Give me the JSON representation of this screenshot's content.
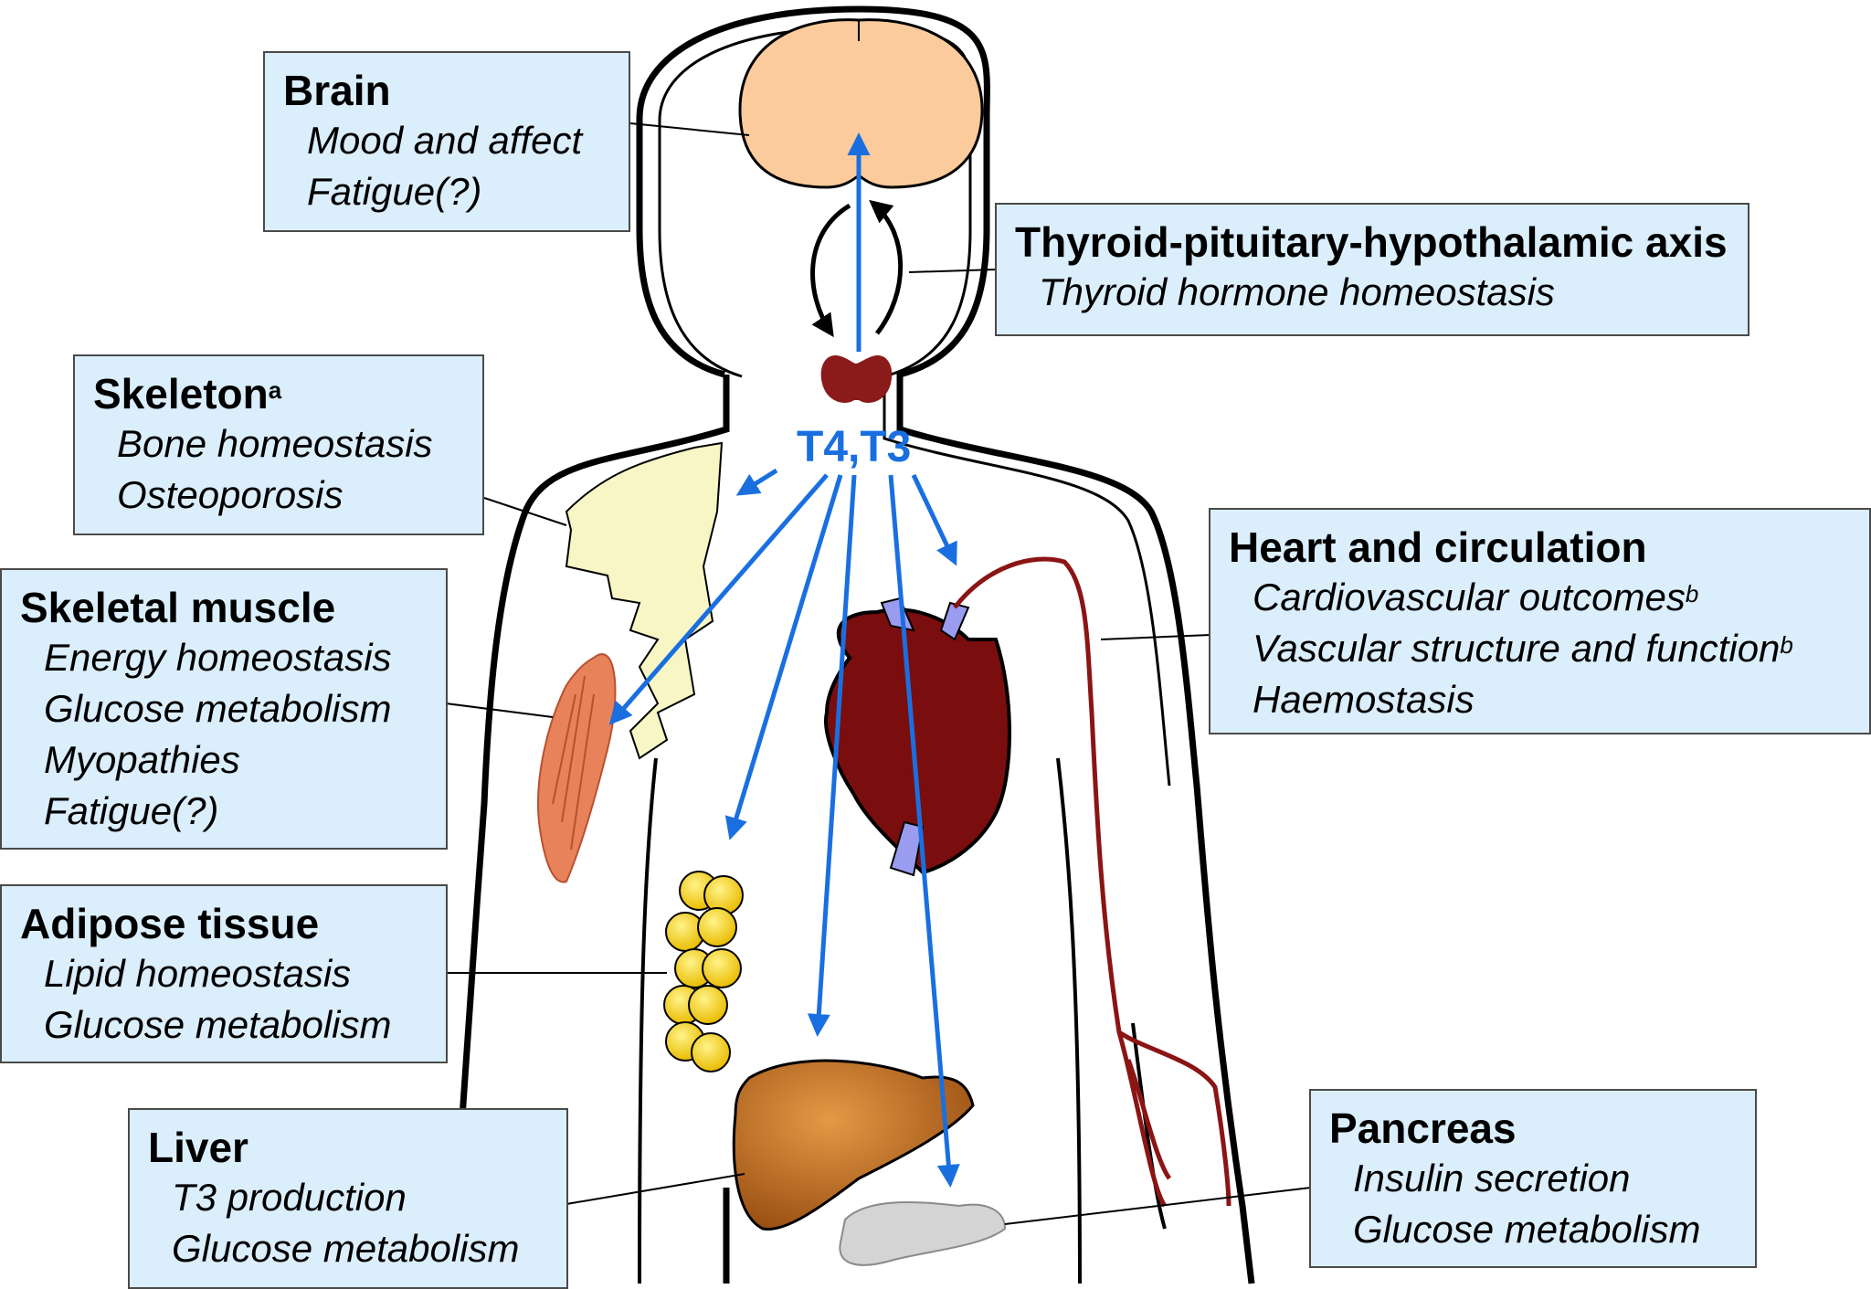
{
  "center_label": "T4,T3",
  "boxes": {
    "brain": {
      "title": "Brain",
      "items": [
        "Mood and affect",
        "Fatigue(?)"
      ]
    },
    "axis": {
      "title": "Thyroid-pituitary-hypothalamic axis",
      "items": [
        "Thyroid hormone homeostasis"
      ]
    },
    "skeleton": {
      "title": "Skeleton",
      "title_sup": "a",
      "items": [
        "Bone homeostasis",
        "Osteoporosis"
      ]
    },
    "heart": {
      "title": "Heart and circulation",
      "items": [
        "Cardiovascular outcomes",
        "Vascular structure and function",
        "Haemostasis"
      ],
      "item_sups": [
        "b",
        "b",
        ""
      ]
    },
    "muscle": {
      "title": "Skeletal muscle",
      "items": [
        "Energy homeostasis",
        "Glucose metabolism",
        "Myopathies",
        "Fatigue(?)"
      ]
    },
    "adipose": {
      "title": "Adipose tissue",
      "items": [
        "Lipid homeostasis",
        "Glucose metabolism"
      ]
    },
    "liver": {
      "title": "Liver",
      "items": [
        "T3 production",
        "Glucose metabolism"
      ]
    },
    "pancreas": {
      "title": "Pancreas",
      "items": [
        "Insulin secretion",
        "Glucose metabolism"
      ]
    }
  },
  "colors": {
    "box_fill": "#dbeefb",
    "arrow_blue": "#1a6fe0",
    "brain": "#fccb9c",
    "thyroid": "#8b1a1a",
    "heart": "#7a0d0d",
    "heart_vessels": "#9a9cf0",
    "liver": "#b8661c",
    "fat": "#f3cf14",
    "bone": "#f7f6c4",
    "muscle": "#e8825a",
    "artery": "#8b1414",
    "pancreas": "#d4d4d4"
  }
}
